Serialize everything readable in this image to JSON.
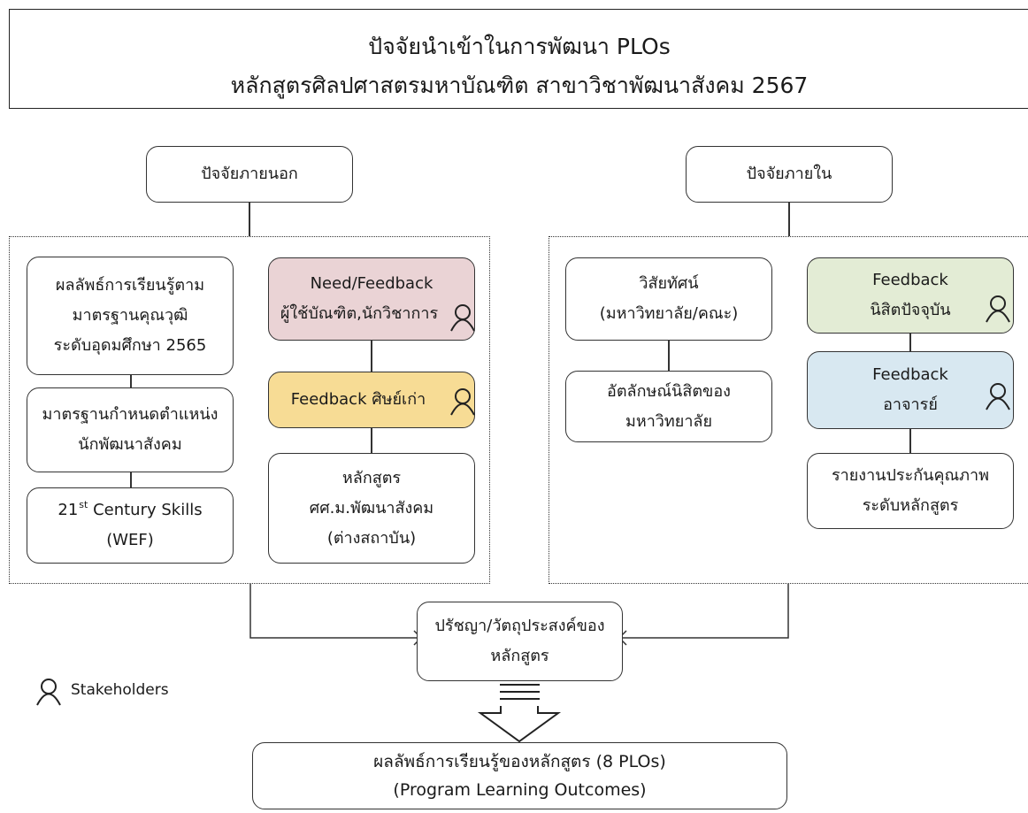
{
  "title": {
    "line1": "ปัจจัยนำเข้าในการพัฒนา PLOs",
    "line2": "หลักสูตรศิลปศาสตรมหาบัณฑิต สาขาวิชาพัฒนาสังคม 2567"
  },
  "external": {
    "header": "ปัจจัยภายนอก",
    "tqf": [
      "ผลลัพธ์การเรียนรู้ตาม",
      "มาตรฐานคุณวุฒิ",
      "ระดับอุดมศึกษา 2565"
    ],
    "position_standard": [
      "มาตรฐานกำหนดตำแหน่ง",
      "นักพัฒนาสังคม"
    ],
    "skills": {
      "prefix": "21",
      "sup": "st",
      "rest": " Century Skills",
      "line2": "(WEF)"
    },
    "need_feedback": [
      "Need/Feedback",
      "ผู้ใช้บัณฑิต,นักวิชาการ"
    ],
    "alumni_feedback": "Feedback ศิษย์เก่า",
    "other_program": [
      "หลักสูตร",
      "ศศ.ม.พัฒนาสังคม",
      "(ต่างสถาบัน)"
    ]
  },
  "internal": {
    "header": "ปัจจัยภายใน",
    "vision": [
      "วิสัยทัศน์",
      "(มหาวิทยาลัย/คณะ)"
    ],
    "identity": [
      "อัตลักษณ์นิสิตของ",
      "มหาวิทยาลัย"
    ],
    "student_feedback": [
      "Feedback",
      "นิสิตปัจจุบัน"
    ],
    "teacher_feedback": [
      "Feedback",
      "อาจารย์"
    ],
    "qa_report": [
      "รายงานประกันคุณภาพ",
      "ระดับหลักสูตร"
    ]
  },
  "philosophy": [
    "ปรัชญา/วัตถุประสงค์ของ",
    "หลักสูตร"
  ],
  "legend": {
    "label": "Stakeholders",
    "icon": "person-icon"
  },
  "outcome": [
    "ผลลัพธ์การเรียนรู้ของหลักสูตร (8 PLOs)",
    "(Program Learning Outcomes)"
  ],
  "colors": {
    "need_feedback_fill": "#ead3d5",
    "alumni_feedback_fill": "#f7dc95",
    "student_feedback_fill": "#e3ecd5",
    "teacher_feedback_fill": "#d8e8f1",
    "stroke": "#333333"
  }
}
